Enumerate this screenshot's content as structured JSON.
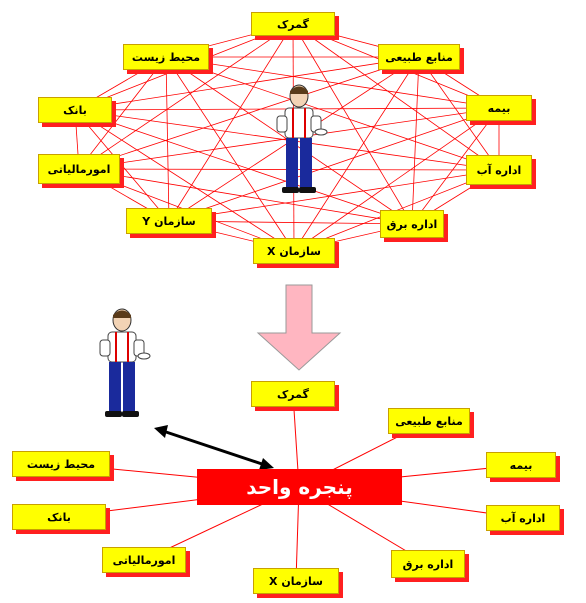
{
  "top_diagram": {
    "offices": [
      {
        "id": "customs",
        "label": "گمرک"
      },
      {
        "id": "resources",
        "label": "منابع طبیعی"
      },
      {
        "id": "insurance",
        "label": "بیمه"
      },
      {
        "id": "water",
        "label": "اداره آب"
      },
      {
        "id": "power",
        "label": "اداره برق"
      },
      {
        "id": "org-x",
        "label": "سازمان X"
      },
      {
        "id": "org-y",
        "label": "سازمان Y"
      },
      {
        "id": "tax",
        "label": "امورمالیاتی"
      },
      {
        "id": "bank",
        "label": "بانک"
      },
      {
        "id": "environment",
        "label": "محیط زیست"
      }
    ]
  },
  "bottom_diagram": {
    "hub_label": "پنجره واحد",
    "offices": [
      {
        "id": "customs",
        "label": "گمرک"
      },
      {
        "id": "resources",
        "label": "منابع طبیعی"
      },
      {
        "id": "insurance",
        "label": "بیمه"
      },
      {
        "id": "water",
        "label": "اداره آب"
      },
      {
        "id": "power",
        "label": "اداره برق"
      },
      {
        "id": "org-x",
        "label": "سازمان X"
      },
      {
        "id": "tax",
        "label": "امورمالیاتی"
      },
      {
        "id": "bank",
        "label": "بانک"
      },
      {
        "id": "environment",
        "label": "محیط زیست"
      }
    ]
  },
  "colors": {
    "box_fill": "#ffff00",
    "box_shadow": "#ff2020",
    "link_line": "#ff0000",
    "hub_fill": "#ff0000",
    "hub_text": "#ffffff",
    "arrow_fill": "#ffb6c1",
    "shirt": "#ffffff",
    "trousers": "#1a2a9c"
  }
}
